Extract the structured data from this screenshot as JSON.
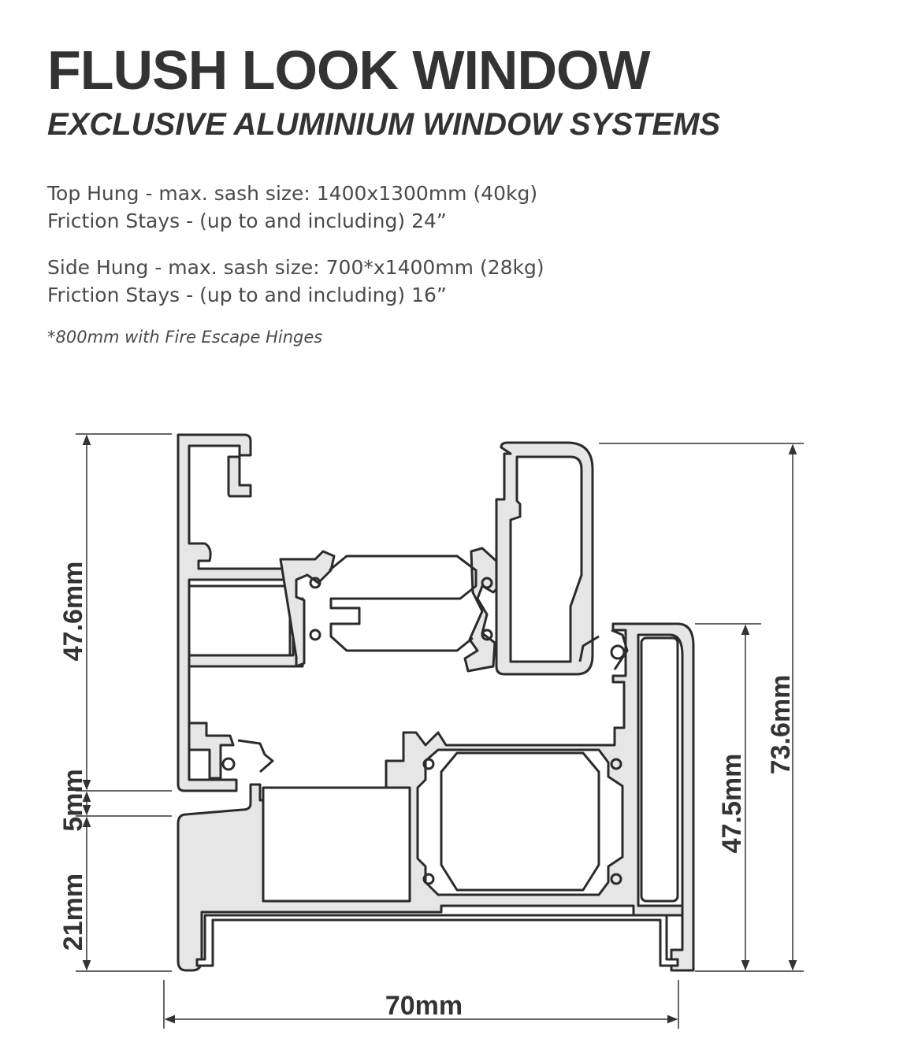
{
  "header": {
    "title": "FLUSH LOOK WINDOW",
    "subtitle": "EXCLUSIVE ALUMINIUM WINDOW SYSTEMS"
  },
  "specs": {
    "top_hung": {
      "line1": "Top Hung  - max. sash size: 1400x1300mm (40kg)",
      "line2": "Friction Stays - (up to and including) 24”"
    },
    "side_hung": {
      "line1": "Side Hung - max. sash size: 700*x1400mm (28kg)",
      "line2": "Friction Stays - (up to and including) 16”"
    },
    "footnote": "*800mm with Fire Escape Hinges"
  },
  "dimensions": {
    "left_upper": "47.6mm",
    "left_gap": "5mm",
    "left_lower": "21mm",
    "right_inner": "47.5mm",
    "right_outer": "73.6mm",
    "bottom_width": "70mm"
  },
  "colors": {
    "text": "#333333",
    "profile_fill": "#e6e6e6",
    "profile_stroke": "#2b2b2b"
  }
}
